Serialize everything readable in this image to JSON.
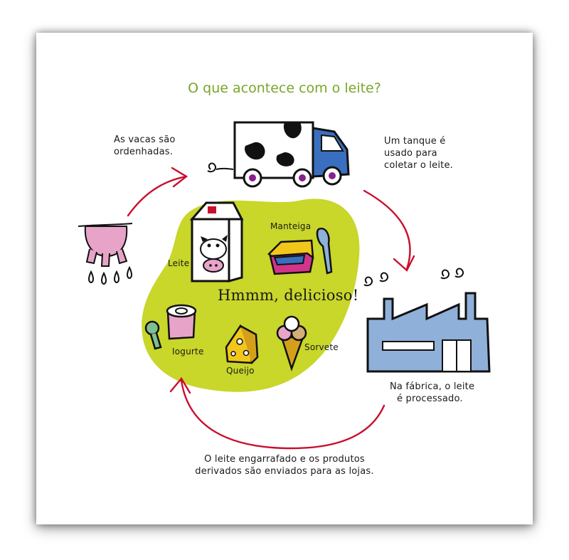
{
  "title": "O que acontece com o leite?",
  "steps": {
    "milking": [
      "As vacas são",
      "ordenhadas."
    ],
    "transport": [
      "Um tanque é",
      "usado para",
      "coletar o leite."
    ],
    "factory": [
      "Na fábrica, o leite",
      "é processado."
    ],
    "stores": [
      "O leite engarrafado e os produtos",
      "derivados são enviados para as lojas."
    ]
  },
  "center_text": "Hmmm, delicioso!",
  "products": {
    "milk": "Leite",
    "butter": "Manteiga",
    "yogurt": "Iogurte",
    "cheese": "Queijo",
    "icecream": "Sorvete"
  },
  "colors": {
    "title": "#7aa52a",
    "blob": "#c9d62a",
    "arrow": "#c8102e",
    "udder": "#e8a3c8",
    "truck_cab": "#3a6fc0",
    "factory": "#8fb0d8",
    "wheel_hub": "#8b1f8e"
  }
}
